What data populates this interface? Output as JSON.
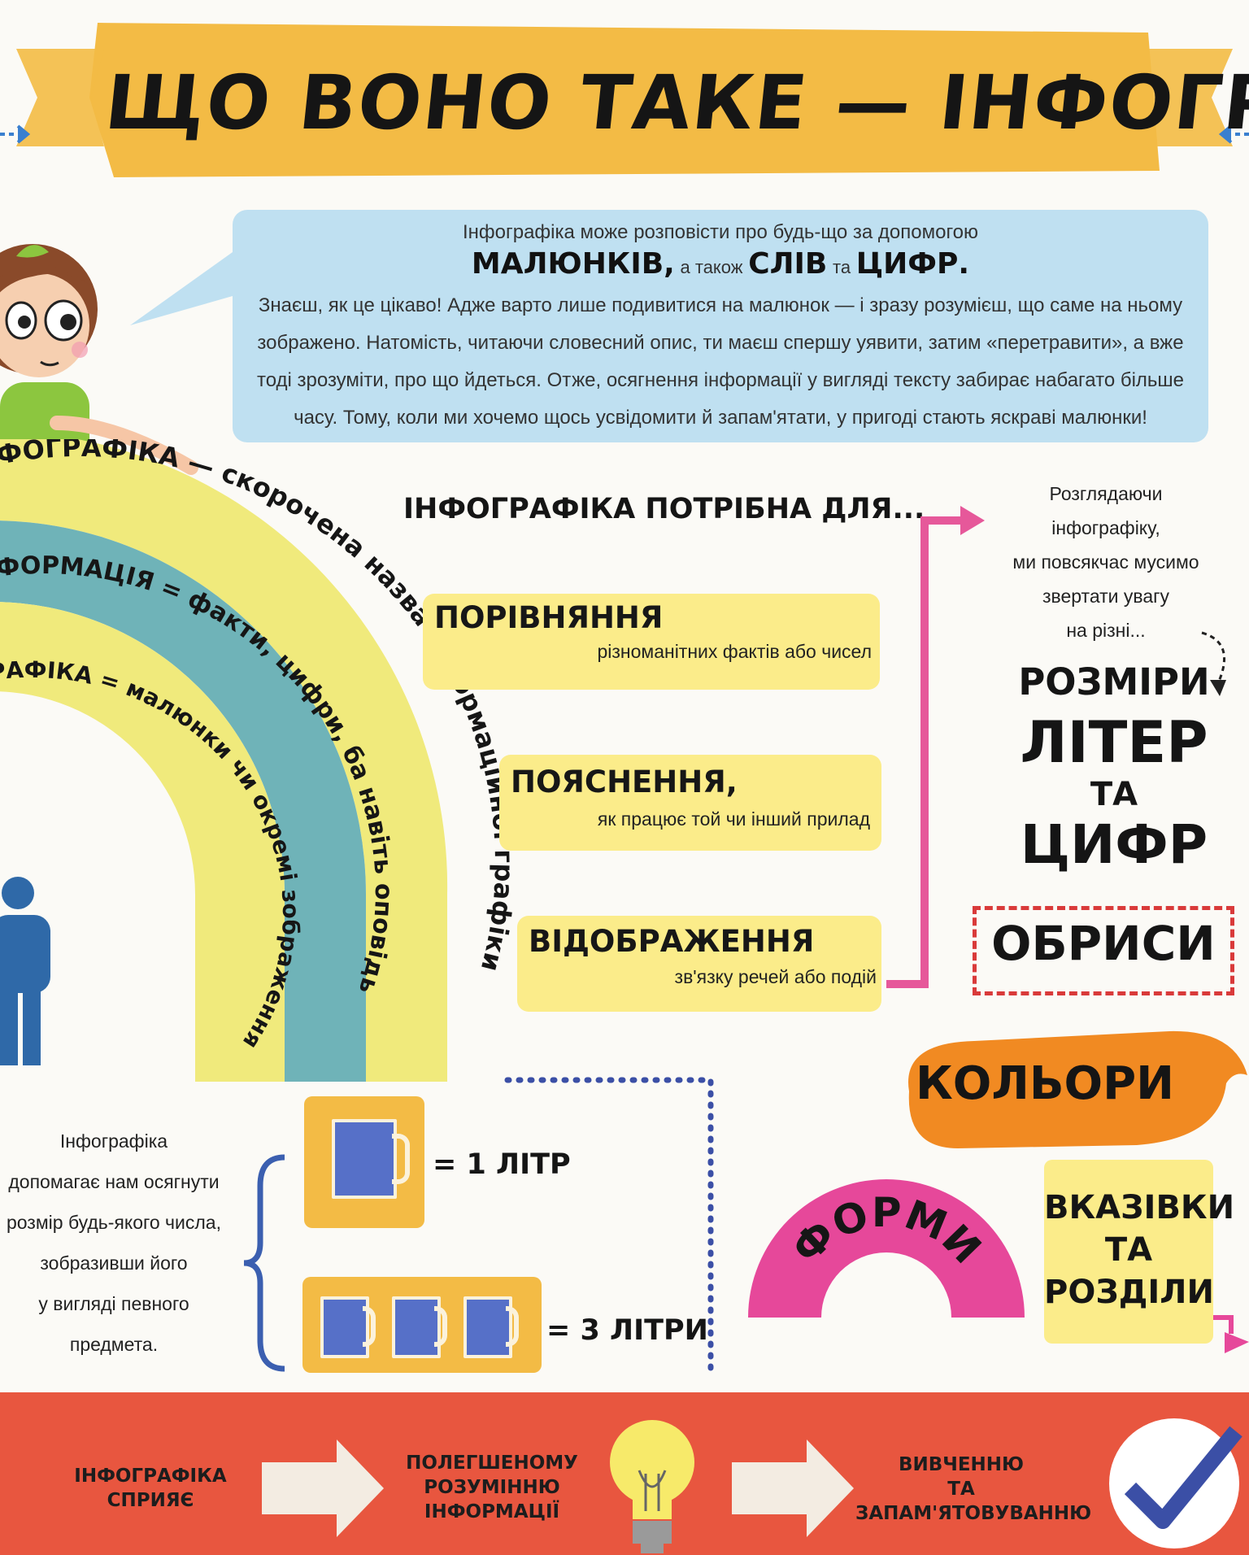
{
  "title": "ЩО ВОНО ТАКЕ — ІНФОГРАФІКА?",
  "colors": {
    "banner_yellow": "#f3bb45",
    "bubble_blue": "#bfe0f1",
    "rainbow_outer": "#f0ea7c",
    "rainbow_middle": "#6fb3b8",
    "rainbow_inner": "#f0ea7c",
    "need_box": "#fbec8a",
    "pink_arrow": "#e6589a",
    "orange_blob": "#f18a22",
    "magenta_arch": "#e6489a",
    "dotted_red": "#d93a3a",
    "dotted_blue": "#3b4fa6",
    "bottom_band": "#e8563f",
    "bulb_yellow": "#f7ea6a",
    "check_blue": "#3b4fa6"
  },
  "bubble": {
    "line1": "Інфографіка може розповісти про будь-що за допомогою",
    "word_pictures": "МАЛЮНКІВ,",
    "connector_also": "а також",
    "word_words": "СЛІВ",
    "connector_and": "та",
    "word_numbers": "ЦИФР.",
    "para1": "Знаєш, як це цікаво! Адже варто лише подивитися на малюнок — і зразу розумієш, що саме на ньому",
    "para2": "зображено. Натомість, читаючи словесний опис, ти маєш спершу уявити, затим «перетравити», а вже",
    "para3": "тоді зрозуміти, про що йдеться. Отже, осягнення інформації у вигляді тексту забирає набагато більше",
    "para4": "часу. Тому, коли ми хочемо щось усвідомити й запам'ятати, у пригоді стають яскраві малюнки!"
  },
  "rainbow": {
    "outer_text": "ІНФОГРАФІКА — скорочена назва інформаційної графіки",
    "middle_text": "ІНФОРМАЦІЯ = факти, цифри, ба навіть оповідь",
    "inner_text": "ГРАФІКА = малюнки чи окремі зображення"
  },
  "needs": {
    "heading": "ІНФОГРАФІКА ПОТРІБНА ДЛЯ...",
    "items": [
      {
        "title": "ПОРІВНЯННЯ",
        "subtitle": "різноманітних фактів або чисел"
      },
      {
        "title": "ПОЯСНЕННЯ,",
        "subtitle": "як працює той чи інший прилад"
      },
      {
        "title": "ВІДОБРАЖЕННЯ",
        "subtitle": "зв'язку речей або подій"
      }
    ]
  },
  "right_column": {
    "intro_lines": [
      "Розглядаючи",
      "інфографіку,",
      "ми повсякчас мусимо",
      "звертати увагу",
      "на різні..."
    ],
    "sizes_line1": "РОЗМІРИ",
    "sizes_line2": "ЛІТЕР",
    "sizes_line3": "ТА",
    "sizes_line4": "ЦИФР",
    "outlines": "ОБРИСИ",
    "colors_word": "КОЛЬОРИ",
    "shapes_word": "ФОРМИ",
    "pointers_line1": "ВКАЗІВКИ",
    "pointers_line2": "ТА",
    "pointers_line3": "РОЗДІЛИ"
  },
  "liters": {
    "note_lines": [
      "Інфографіка",
      "допомагає нам осягнути",
      "розмір будь-якого числа,",
      "зобразивши його",
      "у вигляді певного",
      "предмета."
    ],
    "one": "= 1 ЛІТР",
    "three": "= 3 ЛІТРИ"
  },
  "bottom": {
    "step1_line1": "ІНФОГРАФІКА",
    "step1_line2": "СПРИЯЄ",
    "step2_line1": "ПОЛЕГШЕНОМУ",
    "step2_line2": "РОЗУМІННЮ",
    "step2_line3": "ІНФОРМАЦІЇ",
    "step3_line1": "ВИВЧЕННЮ",
    "step3_line2": "ТА",
    "step3_line3": "ЗАПАМ'ЯТОВУВАННЮ"
  }
}
